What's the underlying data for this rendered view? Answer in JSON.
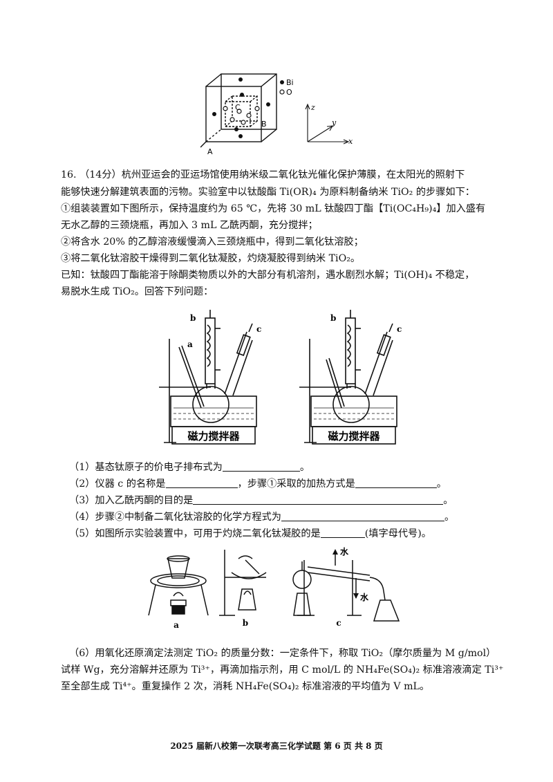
{
  "crystal_diagram": {
    "legend_bi": "Bi",
    "legend_o": "O",
    "label_a": "A",
    "label_b": "B",
    "label_c": "C",
    "axis_x": "x",
    "axis_y": "y",
    "axis_z": "z"
  },
  "question16": {
    "heading_line1": "16. （14分）杭州亚运会的亚运场馆使用纳米级二氧化钛光催化保护薄膜，在太阳光的照射下",
    "heading_line2": "能够快速分解建筑表面的污物。实验室中以钛酸酯 Ti(OR)₄ 为原料制备纳米 TiO₂ 的步骤如下：",
    "step1_line1": "①组装装置如下图所示，保持温度约为 65 ℃，先将 30 mL 钛酸四丁酯【Ti(OC₄H₉)₄】加入盛有",
    "step1_line2": "无水乙醇的三颈烧瓶，再加入 3 mL 乙酰丙酮，充分搅拌；",
    "step2": "②将含水 20% 的乙醇溶液缓慢滴入三颈烧瓶中，得到二氧化钛溶胶；",
    "step3": "③将二氧化钛溶胶干燥得到二氧化钛凝胶，灼烧凝胶得到纳米 TiO₂。",
    "known_line1": "已知：钛酸四丁酯能溶于除酮类物质以外的大部分有机溶剂，遇水剧烈水解；Ti(OH)₄ 不稳定，",
    "known_line2": "易脱水生成 TiO₂。回答下列问题："
  },
  "apparatus": {
    "label_a": "a",
    "label_b": "b",
    "label_c": "c",
    "stirrer": "磁力搅拌器"
  },
  "questions": {
    "q1": "（1）基态钛原子的价电子排布式为",
    "q1_end": "。",
    "q2a": "（2）仪器 c 的名称是",
    "q2b": "，步骤①采取的加热方式是",
    "q2_end": "。",
    "q3": "（3）加入乙酰丙酮的目的是",
    "q3_end": "。",
    "q4": "（4）步骤②中制备二氧化钛溶胶的化学方程式为",
    "q4_end": "。",
    "q5a": "（5）如图所示实验装置中，可用于灼烧二氧化钛凝胶的是",
    "q5b": "(填字母代号)。"
  },
  "bottom_apparatus": {
    "label_a": "a",
    "label_b": "b",
    "label_c": "c",
    "water_top": "水",
    "water_bottom": "水"
  },
  "question6": {
    "line1": "（6）用氧化还原滴定法测定 TiO₂ 的质量分数：一定条件下，称取 TiO₂（摩尔质量为 M g/mol）",
    "line2": "试样 Wg，充分溶解并还原为 Ti³⁺，再滴加指示剂，用 C mol/L 的 NH₄Fe(SO₄)₂ 标准溶液滴定 Ti³⁺",
    "line3": "至全部生成 Ti⁴⁺。重复操作 2 次，消耗 NH₄Fe(SO₄)₂ 标准溶液的平均值为 V mL。"
  },
  "footer": "2025 届新八校第一次联考高三化学试题   第 6 页 共 8 页"
}
